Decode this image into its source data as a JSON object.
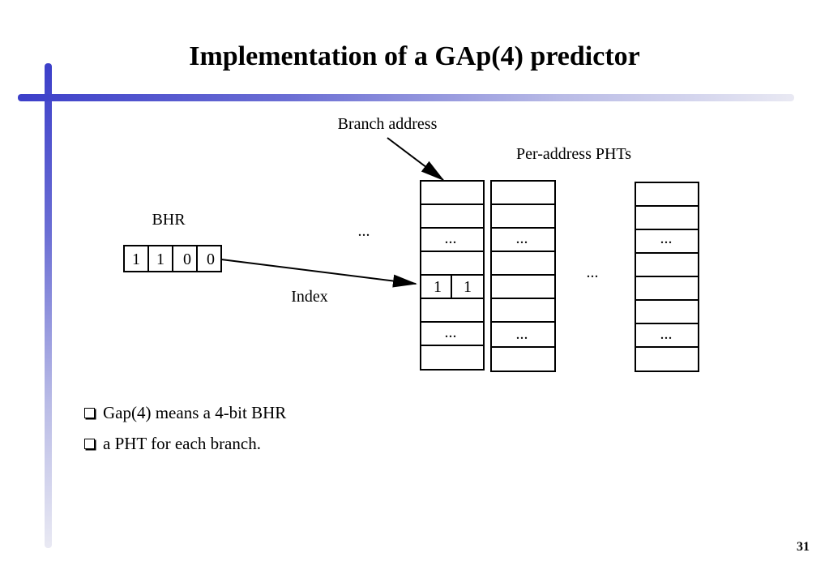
{
  "title": "Implementation of a GAp(4) predictor",
  "labels": {
    "branch_address": "Branch address",
    "per_address_phts": "Per-address PHTs",
    "bhr": "BHR",
    "index": "Index",
    "ellipsis": "..."
  },
  "bhr_bits": [
    "1",
    "1",
    "0",
    "0"
  ],
  "pht_entry_bits": [
    "1",
    "1"
  ],
  "bullets": [
    "Gap(4) means a 4-bit BHR",
    "a PHT for each branch."
  ],
  "page_number": "31"
}
